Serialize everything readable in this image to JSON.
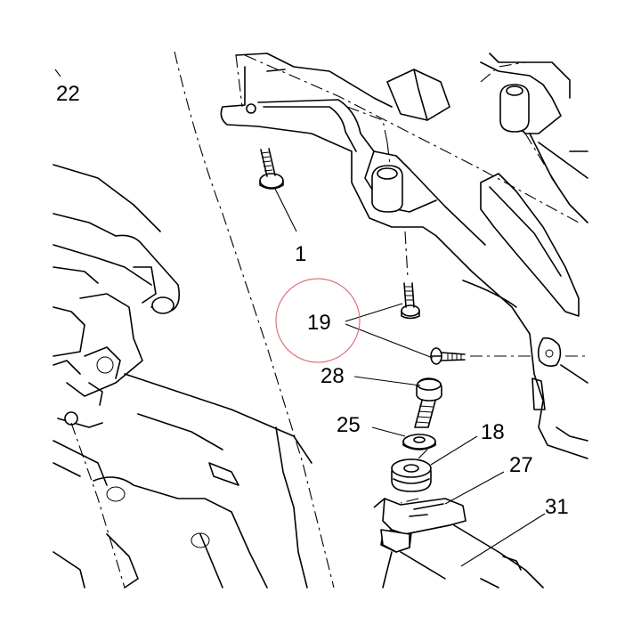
{
  "callouts": {
    "c22": "22",
    "c1": "1",
    "c19": "19",
    "c28": "28",
    "c25": "25",
    "c18": "18",
    "c27": "27",
    "c31": "31"
  },
  "highlight": {
    "target": "19",
    "color": "#e0707a"
  }
}
